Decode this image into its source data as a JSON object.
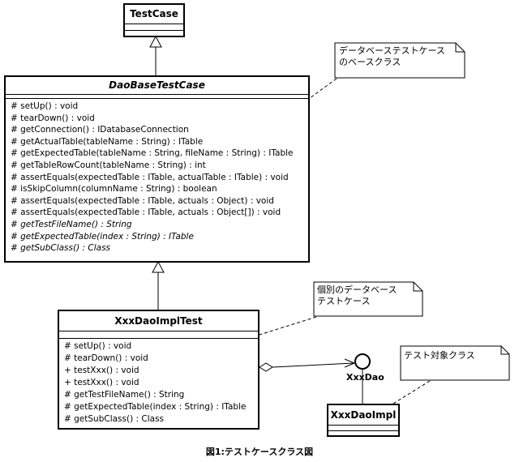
{
  "testcase": {
    "name": "TestCase"
  },
  "daobase": {
    "name": "DaoBaseTestCase",
    "operations": [
      {
        "text": "# setUp() : void",
        "abstract": false
      },
      {
        "text": "# tearDown() : void",
        "abstract": false
      },
      {
        "text": "# getConnection() : IDatabaseConnection",
        "abstract": false
      },
      {
        "text": "# getActualTable(tableName : String) : ITable",
        "abstract": false
      },
      {
        "text": "# getExpectedTable(tableName : String, fileName : String) : ITable",
        "abstract": false
      },
      {
        "text": "# getTableRowCount(tableName : String) : int",
        "abstract": false
      },
      {
        "text": "# assertEquals(expectedTable : ITable, actualTable : ITable) : void",
        "abstract": false
      },
      {
        "text": "# isSkipColumn(columnName : String) : boolean",
        "abstract": false
      },
      {
        "text": "# assertEquals(expectedTable : ITable, actuals : Object) : void",
        "abstract": false
      },
      {
        "text": "# assertEquals(expectedTable : ITable, actuals : Object[]) : void",
        "abstract": false
      },
      {
        "text": "# getTestFileName() : String",
        "abstract": true
      },
      {
        "text": "# getExpectedTable(index : String) : ITable",
        "abstract": true
      },
      {
        "text": "# getSubClass() : Class",
        "abstract": true
      }
    ]
  },
  "xxximpltest": {
    "name": "XxxDaoImplTest",
    "operations": [
      {
        "text": "# setUp() : void"
      },
      {
        "text": "# tearDown() : void"
      },
      {
        "text": "+ testXxx() : void"
      },
      {
        "text": "+ testXxx() : void"
      },
      {
        "text": "# getTestFileName() : String"
      },
      {
        "text": "# getExpectedTable(index : String) : ITable"
      },
      {
        "text": "# getSubClass() : Class"
      }
    ]
  },
  "interface": {
    "name": "XxxDao"
  },
  "impl": {
    "name": "XxxDaoImpl"
  },
  "notes": {
    "base_line1": "データベーステストケース",
    "base_line2": "のベースクラス",
    "individual_line1": "個別のデータベース",
    "individual_line2": "テストケース",
    "target": "テスト対象クラス"
  },
  "caption": "図1:テストケースクラス図"
}
